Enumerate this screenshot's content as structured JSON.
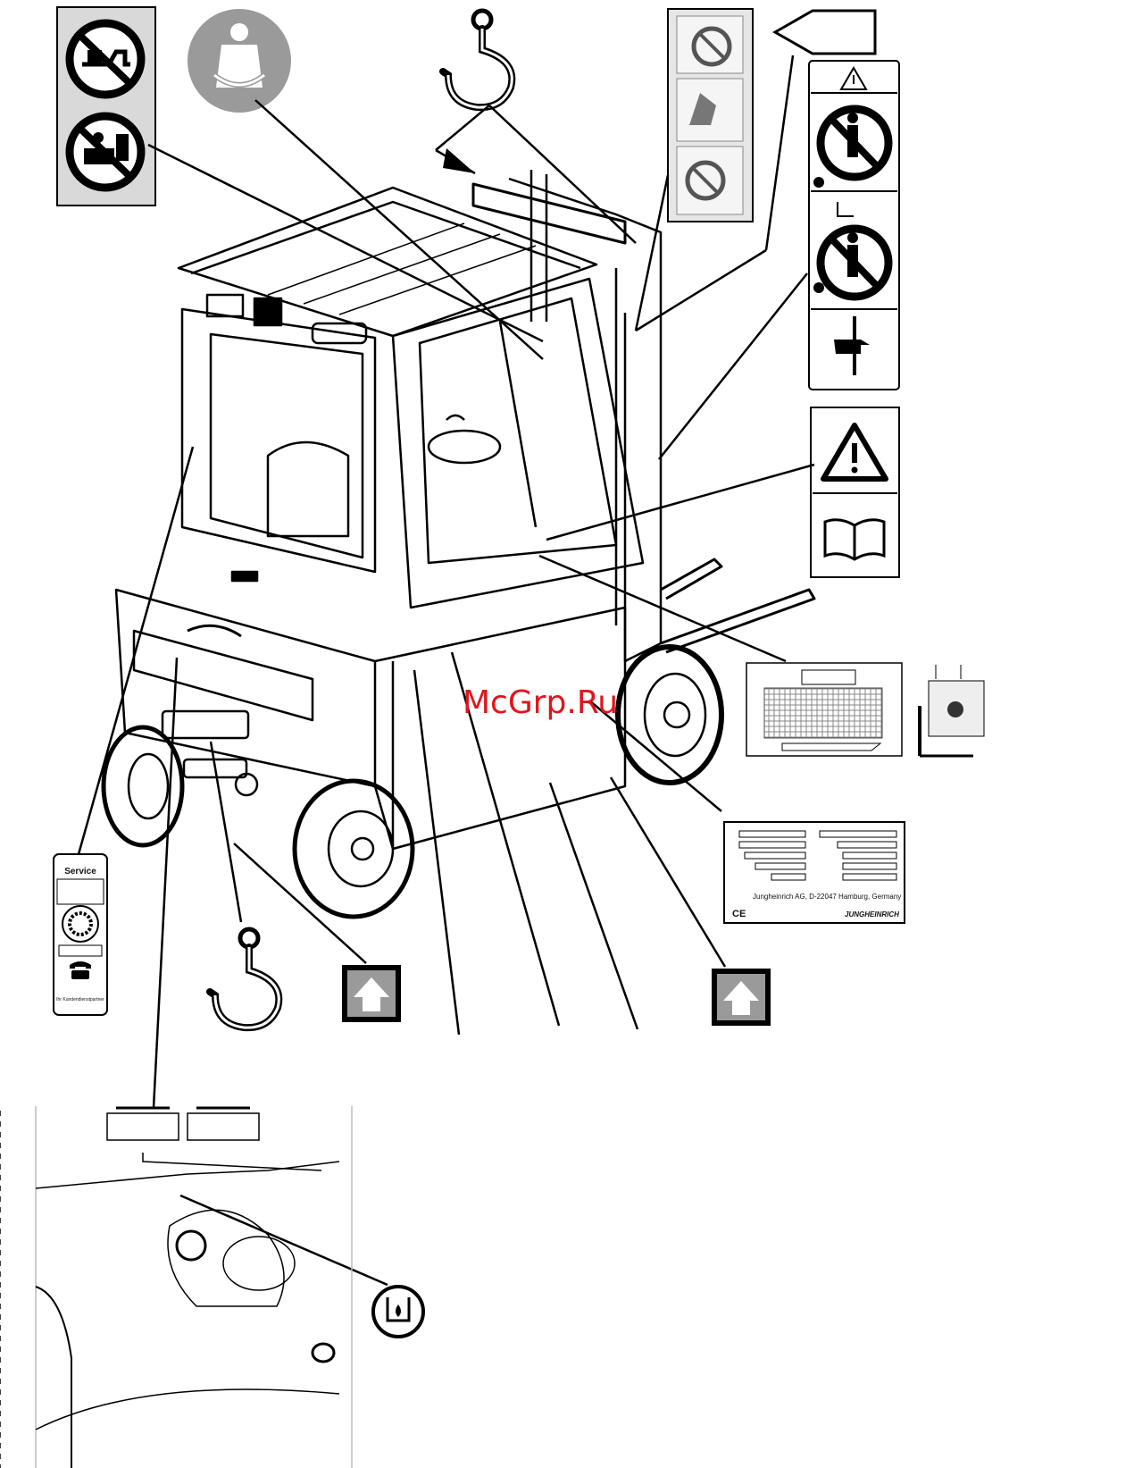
{
  "labels": {
    "service": "Service",
    "service_contact": "Ihr Kundendienstpartner",
    "manufacturer": "Jungheinrich AG, D-22047 Hamburg, Germany",
    "brand": "JUNGHEINRICH",
    "ce_mark": "CE"
  },
  "watermark": "McGrp.Ru",
  "colors": {
    "line": "#000000",
    "watermark": "#e0151b",
    "decal_gray": "#9a9a9a",
    "prohibition_red_outline": "#000000"
  },
  "icons": [
    "no-riding-on-forks-icon",
    "no-passenger-icon",
    "wear-seatbelt-icon",
    "crane-hook-icon",
    "warning-triangle-icon",
    "no-standing-under-load-icon",
    "hand-crush-icon",
    "read-manual-icon",
    "load-chart-icon",
    "jack-point-icon",
    "hydraulic-oil-icon",
    "telephone-icon"
  ]
}
